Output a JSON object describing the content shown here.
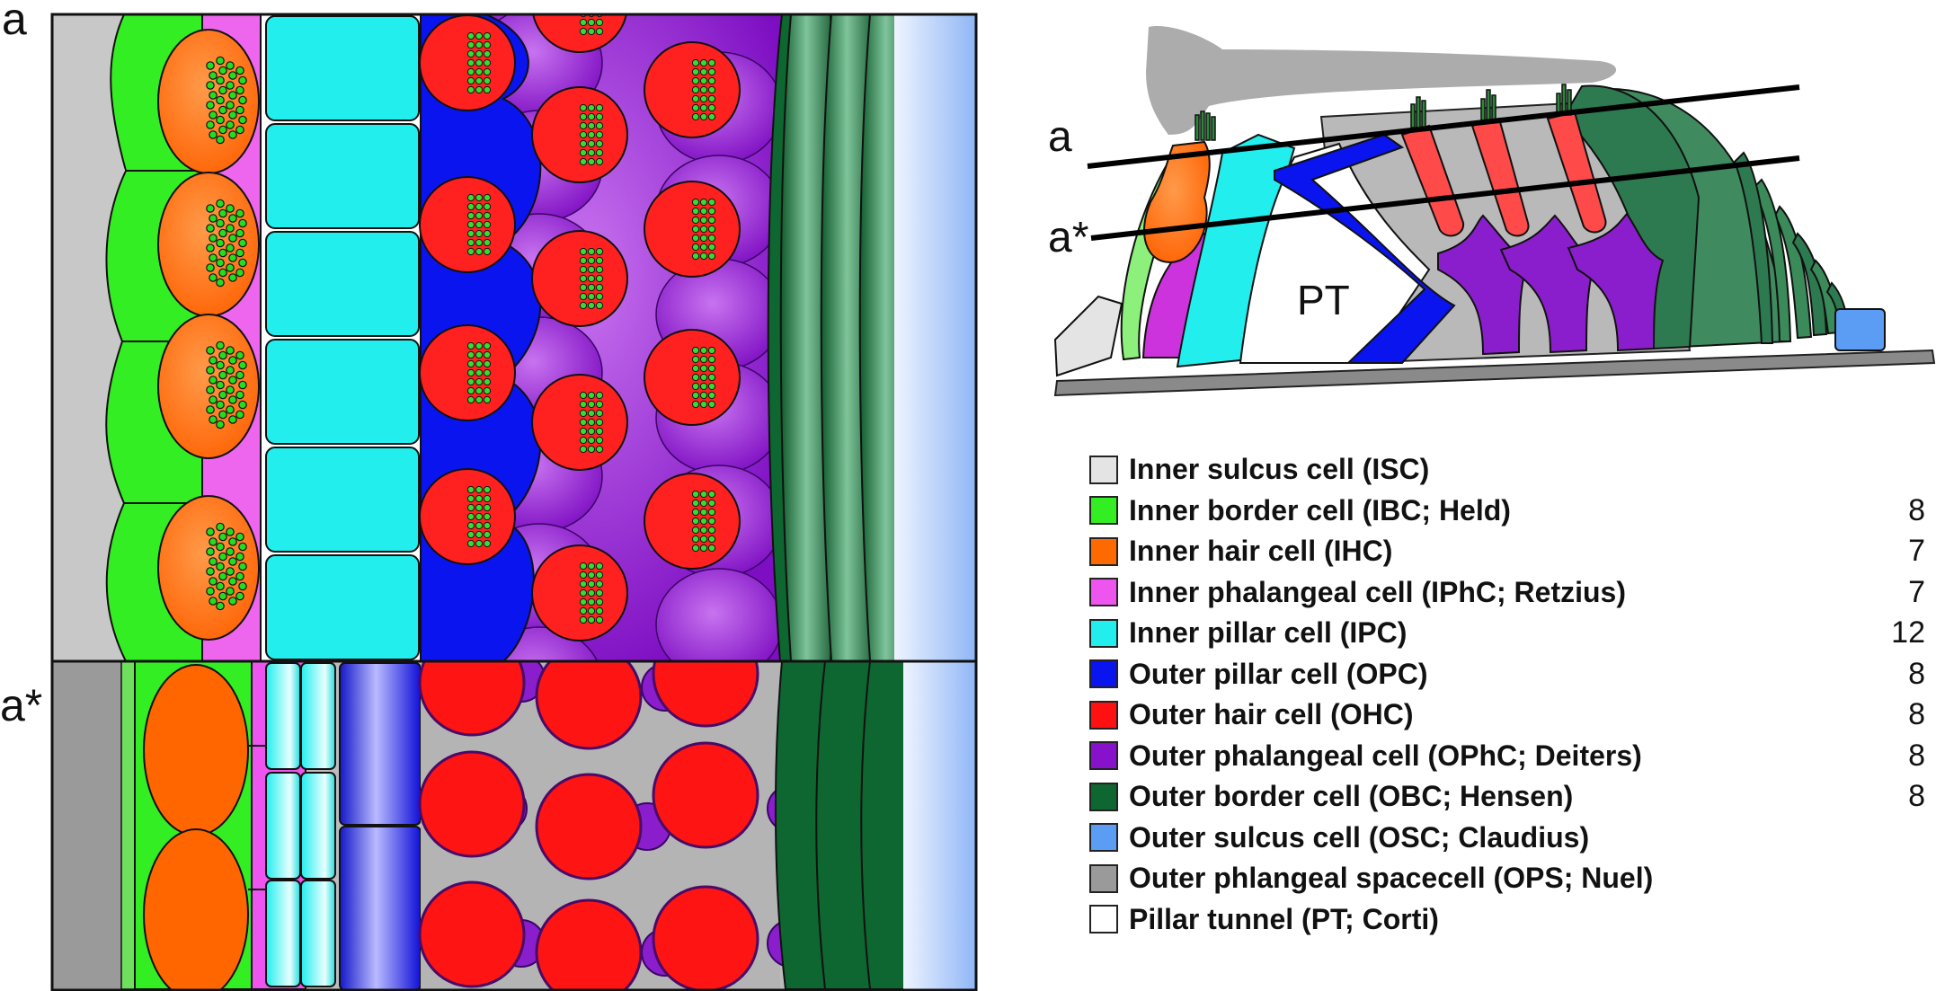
{
  "panel_labels": {
    "top_view": "a",
    "bottom_view": "a*"
  },
  "schematic": {
    "label_a": "a",
    "label_a_star": "a*",
    "tunnel_label": "PT"
  },
  "legend": [
    {
      "label": "Inner sulcus cell (ISC)",
      "color": "#e4e4e4",
      "count": ""
    },
    {
      "label": "Inner border cell (IBC; Held)",
      "color": "#33ee22",
      "count": "8"
    },
    {
      "label": "Inner hair cell (IHC)",
      "color": "#ff6a00",
      "count": "7"
    },
    {
      "label": "Inner phalangeal cell (IPhC; Retzius)",
      "color": "#ee55ee",
      "count": "7"
    },
    {
      "label": "Inner pillar cell (IPC)",
      "color": "#22eeee",
      "count": "12"
    },
    {
      "label": "Outer pillar cell (OPC)",
      "color": "#0a14ee",
      "count": "8"
    },
    {
      "label": "Outer hair cell (OHC)",
      "color": "#ff1111",
      "count": "8"
    },
    {
      "label": "Outer phalangeal cell (OPhC; Deiters)",
      "color": "#8811cc",
      "count": "8"
    },
    {
      "label": "Outer border cell (OBC; Hensen)",
      "color": "#0e6630",
      "count": "8"
    },
    {
      "label": "Outer sulcus cell (OSC; Claudius)",
      "color": "#5b9cf5",
      "count": ""
    },
    {
      "label": "Outer phlangeal spacecell (OPS; Nuel)",
      "color": "#9a9a9a",
      "count": ""
    },
    {
      "label": "Pillar tunnel (PT; Corti)",
      "color": "#ffffff",
      "count": ""
    }
  ]
}
